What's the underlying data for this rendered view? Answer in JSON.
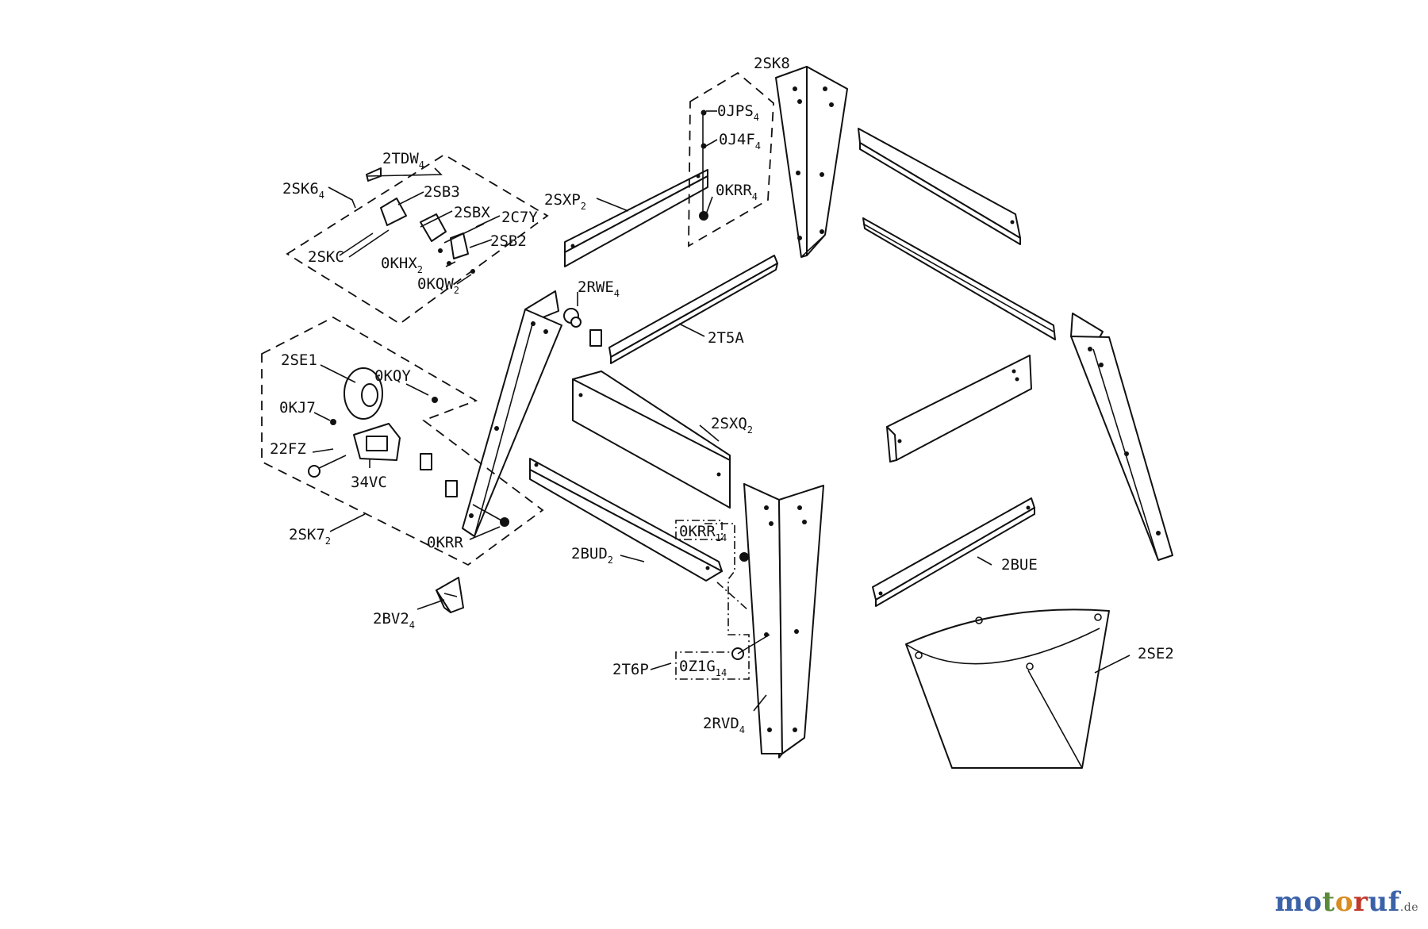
{
  "labels": {
    "l_2sk8": "2SK8",
    "l_0jps": "0JPS",
    "l_0jps_sub": "4",
    "l_0j4f": "0J4F",
    "l_0j4f_sub": "4",
    "l_0krr_top": "0KRR",
    "l_0krr_top_sub": "4",
    "l_2sxp": "2SXP",
    "l_2sxp_sub": "2",
    "l_2tdw": "2TDW",
    "l_2tdw_sub": "4",
    "l_2sk6": "2SK6",
    "l_2sk6_sub": "4",
    "l_2sb3": "2SB3",
    "l_2sbx": "2SBX",
    "l_2c7y": "2C7Y",
    "l_2sb2": "2SB2",
    "l_2skc": "2SKC",
    "l_0khx": "0KHX",
    "l_0khx_sub": "2",
    "l_0kqw": "0KQW",
    "l_0kqw_sub": "2",
    "l_2rwe": "2RWE",
    "l_2rwe_sub": "4",
    "l_2t5a": "2T5A",
    "l_2se1": "2SE1",
    "l_0kqy": "0KQY",
    "l_0kj7": "0KJ7",
    "l_22fz": "22FZ",
    "l_34vc": "34VC",
    "l_2sk7": "2SK7",
    "l_2sk7_sub": "2",
    "l_0krr_mid": "0KRR",
    "l_2sxq": "2SXQ",
    "l_2sxq_sub": "2",
    "l_2bud": "2BUD",
    "l_2bud_sub": "2",
    "l_0krr_low": "0KRR",
    "l_0krr_low_sub": "14",
    "l_2bv2": "2BV2",
    "l_2bv2_sub": "4",
    "l_2t6p": "2T6P",
    "l_0z1g": "0Z1G",
    "l_0z1g_sub": "14",
    "l_2rvd": "2RVD",
    "l_2rvd_sub": "4",
    "l_2bue": "2BUE",
    "l_2se2": "2SE2"
  },
  "watermark": {
    "letters": [
      "m",
      "o",
      "t",
      "o",
      "r",
      "u",
      "f"
    ],
    "colors": [
      "#3b62a8",
      "#3b62a8",
      "#5a8a3a",
      "#d98c1f",
      "#c0392b",
      "#3b62a8",
      "#3b62a8"
    ],
    "suffix": ".de"
  }
}
